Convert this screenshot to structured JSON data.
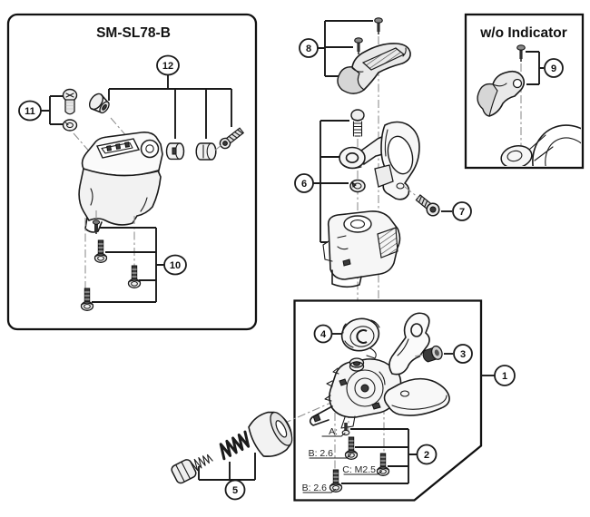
{
  "diagram": {
    "boxes": {
      "sm_sl78_b": {
        "title": "SM-SL78-B"
      },
      "wo_indicator": {
        "title": "w/o Indicator"
      }
    },
    "callouts": {
      "c1": "1",
      "c2": "2",
      "c3": "3",
      "c4": "4",
      "c5": "5",
      "c6": "6",
      "c7": "7",
      "c8": "8",
      "c9": "9",
      "c10": "10",
      "c11": "11",
      "c12": "12"
    },
    "screw_labels": {
      "a": "A:",
      "b1": "B: 2.6",
      "c": "C: M2.5",
      "b2": "B: 2.6"
    },
    "colors": {
      "line": "#1a1a1a",
      "shade": "#e9e9e9",
      "dark_metal": "#3a3a3a",
      "center_line": "#8f8f8f",
      "background": "#ffffff"
    }
  }
}
